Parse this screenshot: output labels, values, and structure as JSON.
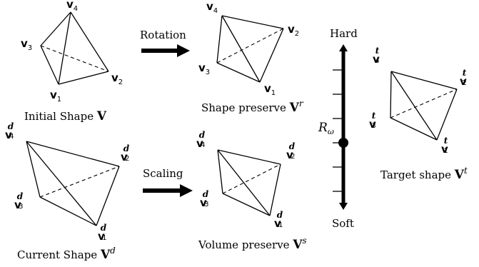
{
  "vertex_symbol": "v",
  "captions": {
    "initial": {
      "text": "Initial Shape ",
      "symbol": "V",
      "sup": ""
    },
    "shape_preserve": {
      "text": "Shape preserve ",
      "symbol": "V",
      "sup": "r"
    },
    "current": {
      "text": "Current Shape ",
      "symbol": "V",
      "sup": "d"
    },
    "volume_preserve": {
      "text": "Volume preserve ",
      "symbol": "V",
      "sup": "s"
    },
    "target": {
      "text": "Target shape ",
      "symbol": "V",
      "sup": "t"
    }
  },
  "arrows": {
    "rotation": "Rotation",
    "scaling": "Scaling"
  },
  "scale": {
    "top": "Hard",
    "bottom": "Soft",
    "param": "R",
    "param_sub": "ω",
    "ticks": 6,
    "marker_fraction": 0.6
  },
  "tetrahedra": [
    {
      "id": "initial",
      "superscript": "",
      "vertices": [
        {
          "index": "1"
        },
        {
          "index": "2"
        },
        {
          "index": "3"
        },
        {
          "index": "4"
        }
      ]
    },
    {
      "id": "shape-preserve",
      "superscript": "",
      "vertices": [
        {
          "index": "1"
        },
        {
          "index": "2"
        },
        {
          "index": "3"
        },
        {
          "index": "4"
        }
      ]
    },
    {
      "id": "current",
      "superscript": "d",
      "vertices": [
        {
          "index": "1"
        },
        {
          "index": "2"
        },
        {
          "index": "3"
        },
        {
          "index": "4"
        }
      ]
    },
    {
      "id": "volume-preserve",
      "superscript": "d",
      "vertices": [
        {
          "index": "1"
        },
        {
          "index": "2"
        },
        {
          "index": "3"
        },
        {
          "index": "4"
        }
      ]
    },
    {
      "id": "target",
      "superscript": "t",
      "vertices": [
        {
          "index": "1"
        },
        {
          "index": "2"
        },
        {
          "index": "3"
        },
        {
          "index": "4"
        }
      ]
    }
  ]
}
